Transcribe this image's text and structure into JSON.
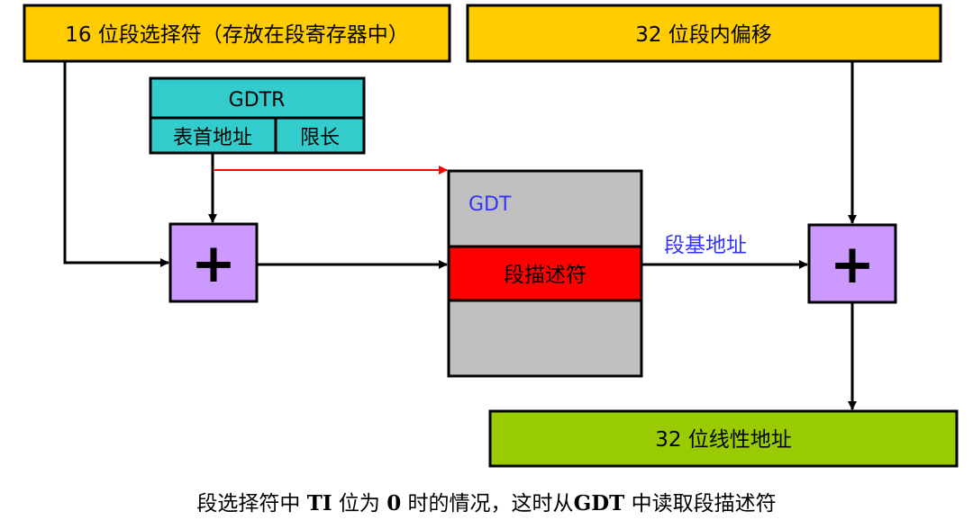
{
  "boxes": {
    "selector": "16 位段选择符（存放在段寄存器中）",
    "offset": "32 位段内偏移",
    "gdtr_title": "GDTR",
    "gdtr_base": "表首地址",
    "gdtr_limit": "限长",
    "gdt_title": "GDT",
    "descriptor": "段描述符",
    "linear": "32 位线性地址"
  },
  "labels": {
    "base_address": "段基地址",
    "plus_symbol": "+"
  },
  "caption": {
    "part1": "段选择符中 ",
    "ti": "TI",
    "part2": " 位为 ",
    "zero": "0",
    "part3": " 时的情况，这时从",
    "gdt": "GDT",
    "part4": " 中读取段描述符"
  },
  "colors": {
    "yellow": "#FFCC00",
    "teal": "#33CCCC",
    "purple": "#CC99FF",
    "gray": "#C0C0C0",
    "red": "#FF0000",
    "green": "#99CC00",
    "blue_text": "#3333FF"
  }
}
